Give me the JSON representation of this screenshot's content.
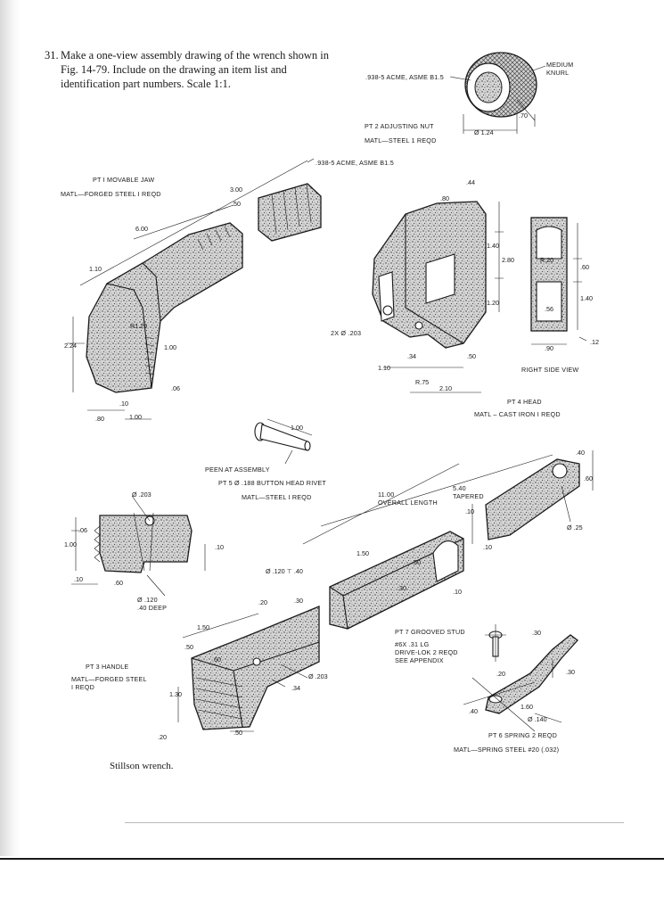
{
  "problem": {
    "number": "31.",
    "text": "Make a one-view assembly drawing of the wrench shown in Fig. 14-79. Include on the drawing an item list and identification part numbers. Scale 1:1."
  },
  "caption": "Stillson wrench.",
  "labels": {
    "acme_nut": ".938-5 ACME, ASME B1.5",
    "medium_knurl": "MEDIUM\nKNURL",
    "pt2_title": "PT 2 ADJUSTING NUT",
    "pt2_matl": "MATL—STEEL 1 REQD",
    "acme_jaw": ".938-5 ACME, ASME B1.5",
    "pt1_title": "PT I MOVABLE JAW",
    "pt1_matl": "MATL—FORGED STEEL I REQD",
    "hole_2x": "2X  Ø .203",
    "right_side_view": "RIGHT SIDE VIEW",
    "pt4_title": "PT 4 HEAD",
    "pt4_matl": "MATL – CAST IRON I REQD",
    "peen": "PEEN AT ASSEMBLY",
    "pt5_title": "PT 5  Ø .188 BUTTON HEAD RIVET",
    "pt5_matl": "MATL—STEEL I REQD",
    "overall": "11.00\nOVERALL LENGTH",
    "tapered": "5.40\nTAPERED",
    "drill_deep": "Ø .120\n.40 DEEP",
    "pt3_title": "PT 3 HANDLE",
    "pt3_matl": "MATL—FORGED STEEL\nI REQD",
    "pt7_title": "PT 7 GROOVED STUD",
    "pt7_spec": "#6X .31 LG\nDRIVE-LOK 2 REQD\nSEE APPENDIX",
    "pt6_title": "PT 6 SPRING 2 REQD",
    "pt6_matl": "MATL—SPRING STEEL #20 (.032)"
  },
  "dims": {
    "nut_70": ".70",
    "nut_dia": "Ø 1.24",
    "jaw_300": "3.00",
    "jaw_50": ".50",
    "jaw_600": "6.00",
    "jaw_110": "1.10",
    "jaw_r125": "R1.25",
    "jaw_224": "2.24",
    "jaw_100a": "1.00",
    "jaw_06": ".06",
    "jaw_10": ".10",
    "jaw_80": ".80",
    "jaw_100b": "1.00",
    "head_44": ".44",
    "head_80": ".80",
    "head_140": "1.40",
    "head_280": "2.80",
    "head_120": "1.20",
    "head_110": "1.10",
    "head_34": ".34",
    "head_50": ".50",
    "head_r75": "R.75",
    "head_210": "2.10",
    "rsv_r20": "R.20",
    "rsv_60": ".60",
    "rsv_140": "1.40",
    "rsv_56": ".56",
    "rsv_90": ".90",
    "rsv_12": ".12",
    "rivet_100": "1.00",
    "det_dia203": "Ø .203",
    "det_06": ".06",
    "det_100": "1.00",
    "det_10a": ".10",
    "det_60": ".60",
    "det_10b": ".10",
    "h_40": ".40",
    "h_60": ".60",
    "h_10a": ".10",
    "h_10b": ".10",
    "h_dia25": "Ø .25",
    "h_150": "1.50",
    "h_dia120": "Ø .120 ⊤ .40",
    "h_50": ".50",
    "h_30": ".30",
    "h_10c": ".10",
    "h3_150": "1.50",
    "h3_20": ".20",
    "h3_30": ".30",
    "h3_50a": ".50",
    "h3_60": ".60",
    "h3_dia203": "Ø .203",
    "h3_34": ".34",
    "h3_130": "1.30",
    "h3_20b": ".20",
    "h3_50b": ".50",
    "sp_30a": ".30",
    "sp_20": ".20",
    "sp_30b": ".30",
    "sp_40": ".40",
    "sp_160": "1.60",
    "sp_dia140": "Ø .140"
  }
}
